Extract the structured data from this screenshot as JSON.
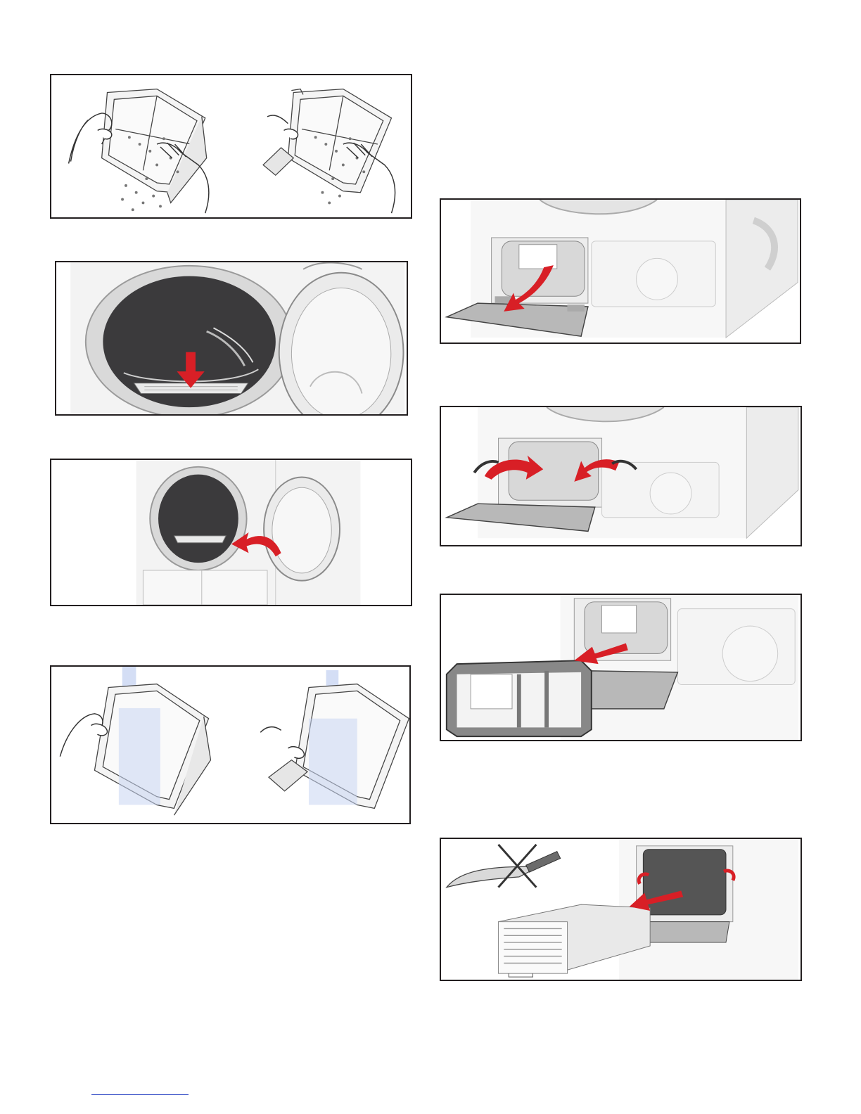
{
  "document": {
    "figures": [
      {
        "id": "shake-lint-filter",
        "icon": "hands-lint-filter-icon"
      },
      {
        "id": "insert-filter-drum",
        "icon": "drum-arrow-down-icon"
      },
      {
        "id": "close-filter-drum",
        "icon": "drum-arrow-curve-icon"
      },
      {
        "id": "rinse-lint-filter",
        "icon": "water-rinse-filter-icon"
      },
      {
        "id": "open-flap",
        "icon": "flap-open-arrow-icon"
      },
      {
        "id": "unlock-levers",
        "icon": "lever-turn-arrow-icon"
      },
      {
        "id": "remove-filter-frame",
        "icon": "frame-pull-arrow-icon"
      },
      {
        "id": "remove-heat-exchanger",
        "icon": "heat-exchanger-pull-icon",
        "warning": "no-knife-icon"
      }
    ],
    "colors": {
      "arrow": "#d81f26",
      "outline": "#231f20",
      "drum": "#3b3a3c",
      "appliance": "#f2f2f2"
    }
  }
}
